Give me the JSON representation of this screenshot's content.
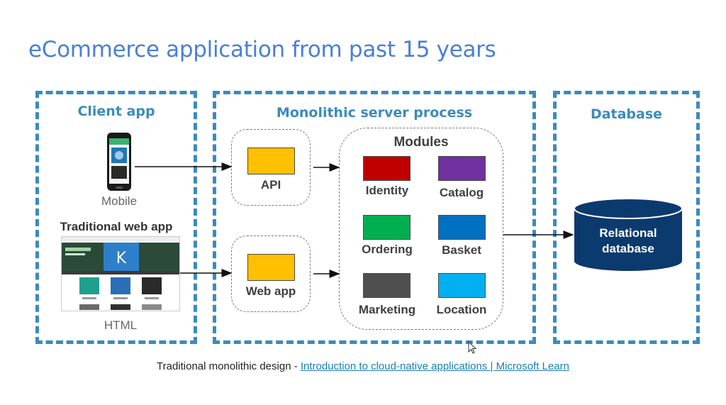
{
  "title": "eCommerce application from past 15 years",
  "zones": {
    "client": "Client app",
    "server": "Monolithic server process",
    "database": "Database"
  },
  "client": {
    "mobile_label": "Mobile",
    "web_title": "Traditional web app",
    "web_label": "HTML"
  },
  "server": {
    "api_label": "API",
    "webapp_label": "Web app",
    "modules_title": "Modules",
    "modules": [
      {
        "label": "Identity",
        "color": "#c00000"
      },
      {
        "label": "Catalog",
        "color": "#7030a0"
      },
      {
        "label": "Ordering",
        "color": "#00b050"
      },
      {
        "label": "Basket",
        "color": "#0070c0"
      },
      {
        "label": "Marketing",
        "color": "#4f4f4f"
      },
      {
        "label": "Location",
        "color": "#00b0f0"
      }
    ],
    "api_swatch_color": "#ffc000"
  },
  "database": {
    "line1": "Relational",
    "line2": "database",
    "color": "#0b3a6e"
  },
  "caption": {
    "text": "Traditional monolithic design - ",
    "link": "Introduction to cloud-native applications | Microsoft Learn"
  }
}
